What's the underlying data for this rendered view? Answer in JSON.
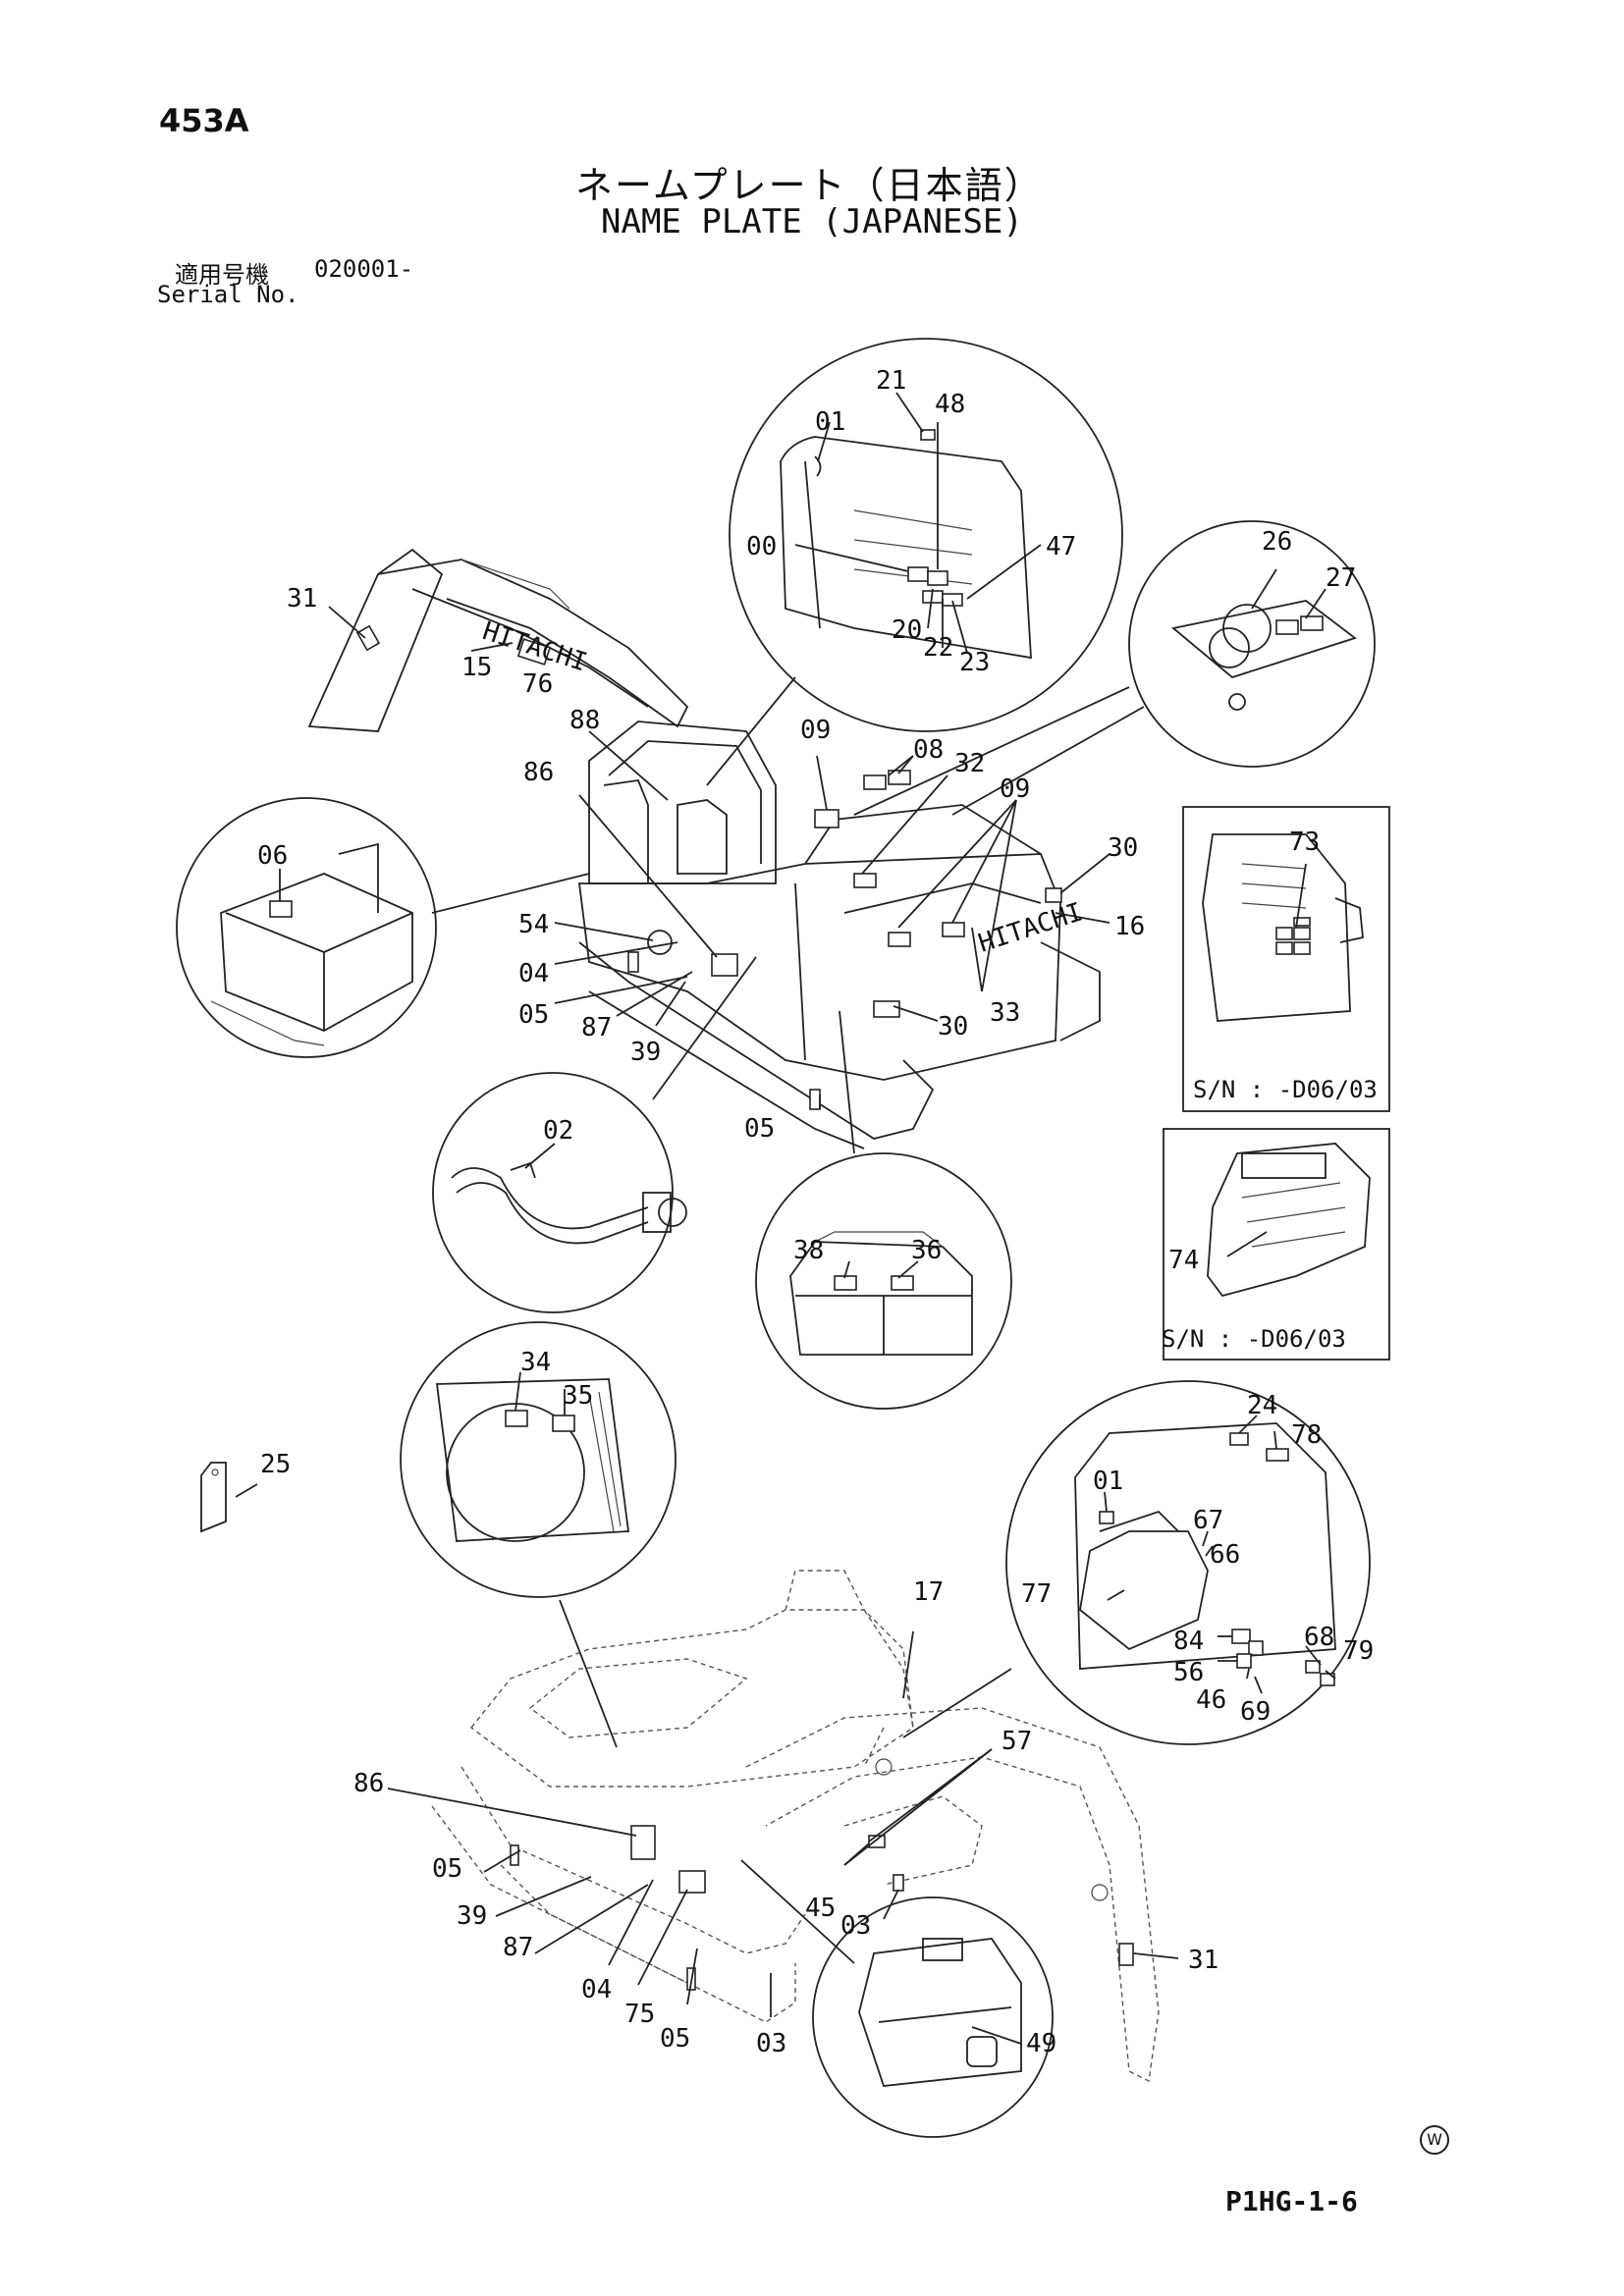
{
  "header": {
    "page_number": "453A",
    "title_ja": "ネームプレート（日本語）",
    "title_en": "NAME PLATE (JAPANESE)",
    "serial_label_ja": "適用号機",
    "serial_value": "020001-",
    "serial_label_en": "Serial No."
  },
  "callouts": {
    "c00": "00",
    "c01": "01",
    "c01b": "01",
    "c02": "02",
    "c03a": "03",
    "c03b": "03",
    "c04a": "04",
    "c04b": "04",
    "c05a": "05",
    "c05b": "05",
    "c05c": "05",
    "c05d": "05",
    "c06": "06",
    "c08": "08",
    "c09a": "09",
    "c09b": "09",
    "c15": "15",
    "c16": "16",
    "c17": "17",
    "c20": "20",
    "c21": "21",
    "c22": "22",
    "c23": "23",
    "c24": "24",
    "c25": "25",
    "c26": "26",
    "c27": "27",
    "c30a": "30",
    "c30b": "30",
    "c31a": "31",
    "c31b": "31",
    "c32": "32",
    "c33": "33",
    "c34": "34",
    "c35": "35",
    "c36": "36",
    "c38": "38",
    "c39a": "39",
    "c39b": "39",
    "c45": "45",
    "c46": "46",
    "c47": "47",
    "c48": "48",
    "c49": "49",
    "c54": "54",
    "c56": "56",
    "c57": "57",
    "c66": "66",
    "c67": "67",
    "c68": "68",
    "c69": "69",
    "c73": "73",
    "c74": "74",
    "c75": "75",
    "c76": "76",
    "c77": "77",
    "c78": "78",
    "c79": "79",
    "c84": "84",
    "c86a": "86",
    "c86b": "86",
    "c87a": "87",
    "c87b": "87",
    "c88": "88"
  },
  "insets": {
    "inset_a_sn": "S/N : -D06/03",
    "inset_b_sn": "S/N : -D06/03"
  },
  "footer": {
    "drawing_code": "P1HG-1-6",
    "corner_mark": "W"
  }
}
